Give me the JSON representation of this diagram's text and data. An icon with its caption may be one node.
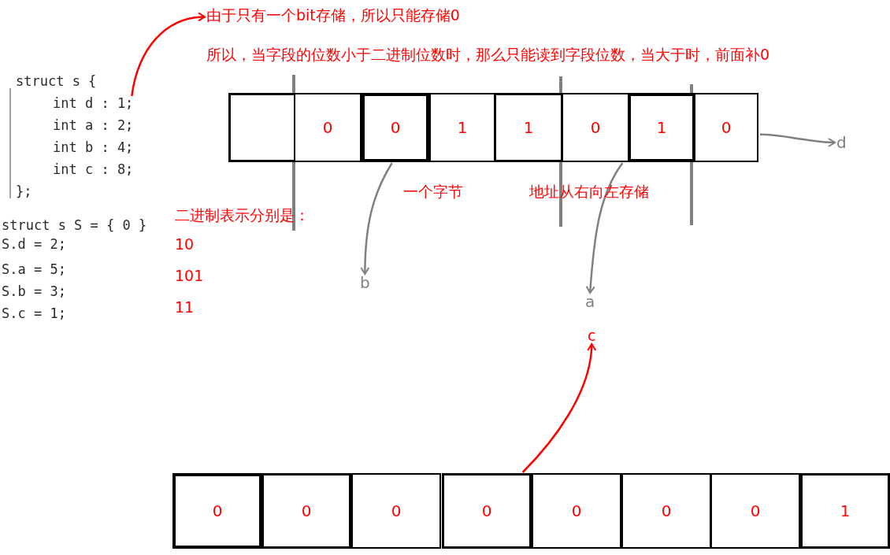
{
  "diagram": {
    "nodes": [
      {
        "text": [
          "由于只有一个bit存储，所以只能存储0"
        ]
      },
      {
        "text": [
          "int d : 1;"
        ]
      },
      {
        "text": [],
        "shape": "box"
      },
      {
        "text": [
          "0"
        ]
      },
      {
        "text": [
          "0"
        ]
      },
      {
        "text": [
          "1"
        ]
      },
      {
        "text": [
          "1"
        ]
      },
      {
        "text": [
          "0"
        ]
      },
      {
        "text": [
          "1"
        ]
      },
      {
        "text": [
          "0"
        ]
      },
      {
        "text": [
          "d"
        ]
      },
      {
        "text": [
          "b"
        ]
      },
      {
        "text": [
          "a"
        ]
      },
      {
        "text": [
          "c"
        ]
      },
      {
        "text": [
          "0"
        ]
      },
      {
        "text": [
          "0"
        ]
      },
      {
        "text": [
          "0"
        ]
      },
      {
        "text": [
          "0"
        ]
      },
      {
        "text": [
          "0"
        ]
      },
      {
        "text": [
          "0"
        ]
      },
      {
        "text": [
          "0"
        ]
      },
      {
        "text": [
          "1"
        ]
      }
    ],
    "edges": [
      {
        "from": 1,
        "to": 0,
        "arrow": "to",
        "color": "#ff0000"
      },
      {
        "from": 9,
        "to": 10,
        "arrow": "to"
      },
      {
        "from": 4,
        "to": 11,
        "arrow": "to"
      },
      {
        "from": 7,
        "to": 12,
        "arrow": "to"
      },
      {
        "from": 17,
        "to": 13,
        "arrow": "to",
        "color": "#ff0000"
      }
    ],
    "labels": [
      "所以，当字段的位数小于二进制位数时，那么只能读到字段位数，当大于时，前面补0",
      "struct s {",
      "int a : 2;",
      "int b : 4;",
      "int c : 8;",
      "};",
      "一个字节",
      "地址从右向左存储",
      "二进制表示分别是：",
      "struct s S = { 0 }",
      "S.d = 2;",
      "S.a = 5;",
      "S.b = 3;",
      "S.c = 1;",
      "10",
      "101",
      "11"
    ]
  }
}
